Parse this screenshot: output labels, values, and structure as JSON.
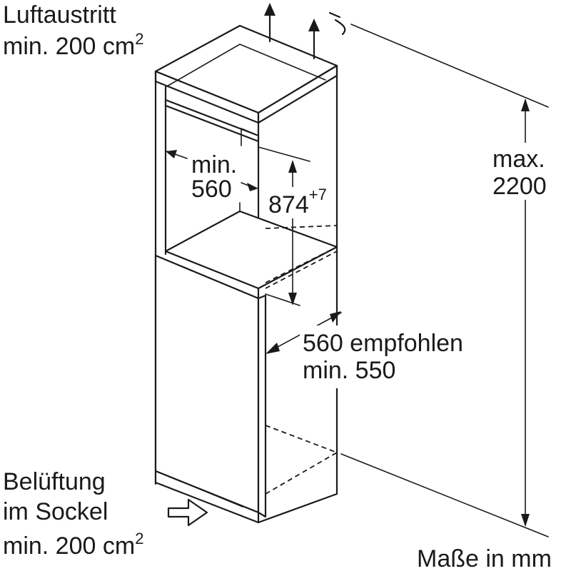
{
  "labels": {
    "air_outlet_title": "Luftaustritt",
    "air_outlet_area": "min. 200 cm",
    "air_outlet_exp": "2",
    "niche_width_min": "min.",
    "niche_width_value": "560",
    "niche_height": "874",
    "niche_height_tol": "+7",
    "max_height_prefix": "max.",
    "max_height_value": "2200",
    "depth_recommended": "560 empfohlen",
    "depth_min": "min. 550",
    "ventilation_line1": "Belüftung",
    "ventilation_line2": "im Sockel",
    "ventilation_area": "min. 200 cm",
    "ventilation_exp": "2",
    "units_note": "Maße in mm"
  },
  "colors": {
    "ink": "#1a1a1a",
    "background": "#ffffff"
  }
}
